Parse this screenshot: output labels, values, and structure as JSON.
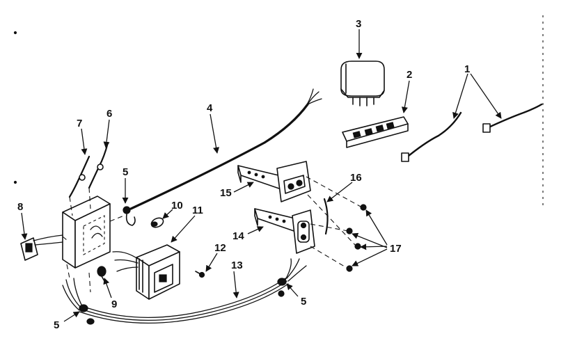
{
  "callouts": {
    "c1": "1",
    "c2": "2",
    "c3": "3",
    "c4": "4",
    "c5a": "5",
    "c5b": "5",
    "c5c": "5",
    "c6": "6",
    "c7": "7",
    "c8": "8",
    "c9": "9",
    "c10": "10",
    "c11": "11",
    "c12": "12",
    "c13": "13",
    "c14": "14",
    "c15": "15",
    "c16": "16",
    "c17": "17"
  }
}
